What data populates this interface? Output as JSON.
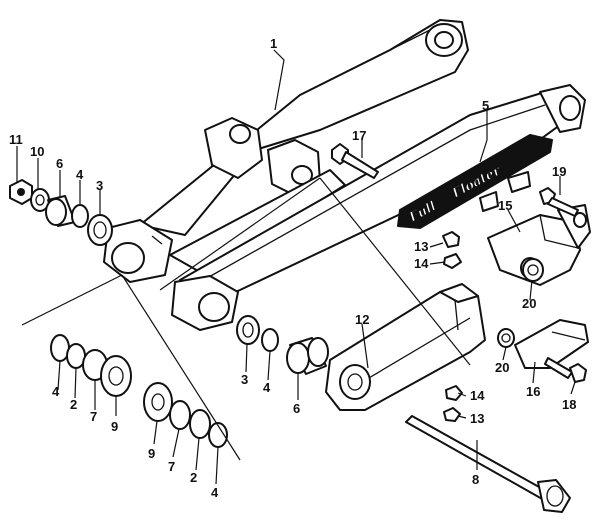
{
  "decal": {
    "text_1": "Full",
    "text_2": "Floater"
  },
  "callouts": [
    {
      "id": "callout-1",
      "label": "1"
    },
    {
      "id": "callout-5",
      "label": "5"
    },
    {
      "id": "callout-17",
      "label": "17"
    },
    {
      "id": "callout-11",
      "label": "11"
    },
    {
      "id": "callout-10",
      "label": "10"
    },
    {
      "id": "callout-6a",
      "label": "6"
    },
    {
      "id": "callout-4a",
      "label": "4"
    },
    {
      "id": "callout-3a",
      "label": "3"
    },
    {
      "id": "callout-19",
      "label": "19"
    },
    {
      "id": "callout-15",
      "label": "15"
    },
    {
      "id": "callout-13a",
      "label": "13"
    },
    {
      "id": "callout-14a",
      "label": "14"
    },
    {
      "id": "callout-20a",
      "label": "20"
    },
    {
      "id": "callout-12",
      "label": "12"
    },
    {
      "id": "callout-20b",
      "label": "20"
    },
    {
      "id": "callout-16",
      "label": "16"
    },
    {
      "id": "callout-18",
      "label": "18"
    },
    {
      "id": "callout-14b",
      "label": "14"
    },
    {
      "id": "callout-13b",
      "label": "13"
    },
    {
      "id": "callout-4b",
      "label": "4"
    },
    {
      "id": "callout-2a",
      "label": "2"
    },
    {
      "id": "callout-7a",
      "label": "7"
    },
    {
      "id": "callout-9a",
      "label": "9"
    },
    {
      "id": "callout-3b",
      "label": "3"
    },
    {
      "id": "callout-4c",
      "label": "4"
    },
    {
      "id": "callout-6b",
      "label": "6"
    },
    {
      "id": "callout-9b",
      "label": "9"
    },
    {
      "id": "callout-7b",
      "label": "7"
    },
    {
      "id": "callout-2b",
      "label": "2"
    },
    {
      "id": "callout-4d",
      "label": "4"
    },
    {
      "id": "callout-8",
      "label": "8"
    }
  ]
}
